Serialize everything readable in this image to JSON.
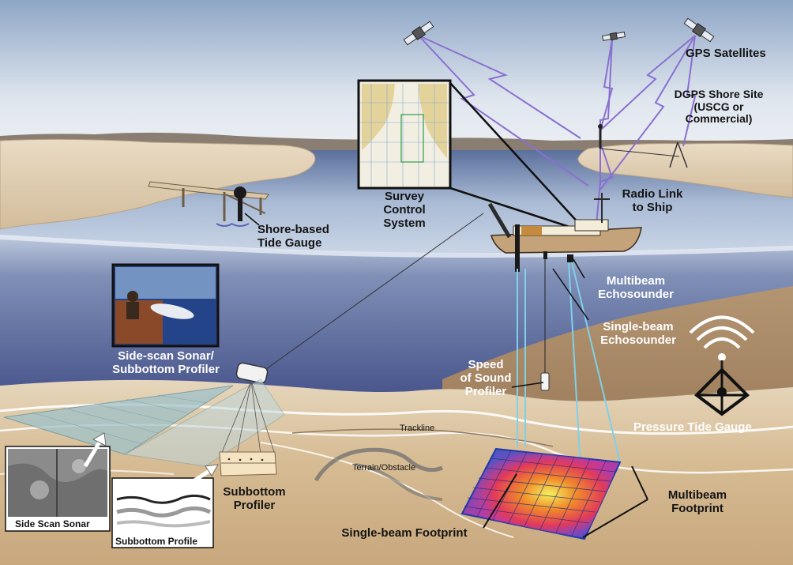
{
  "labels": {
    "gps_satellites": "GPS Satellites",
    "dgps_shore_site": "DGPS Shore Site\n(USCG or\nCommercial)",
    "radio_link": "Radio Link\nto Ship",
    "survey_control": "Survey\nControl\nSystem",
    "shore_tide_gauge": "Shore-based\nTide Gauge",
    "multibeam_echosounder": "Multibeam\nEchosounder",
    "single_beam_echosounder": "Single-beam\nEchosounder",
    "speed_of_sound": "Speed\nof Sound\nProfiler",
    "pressure_tide_gauge": "Pressure Tide Gauge",
    "side_scan_subbottom": "Side-scan Sonar/\nSubbottom Profiler",
    "trackline": "Trackline",
    "terrain_obstacle": "Terrain/Obstacle",
    "subbottom_profiler": "Subbottom\nProfiler",
    "multibeam_footprint": "Multibeam\nFootprint",
    "single_beam_footprint": "Single-beam Footprint",
    "side_scan_sonar_image": "Side Scan Sonar",
    "subbottom_profile_image": "Subbottom Profile"
  },
  "colors": {
    "sky_top": "#8fa7c7",
    "water_surface": "#9fb3cf",
    "deep_water": "#3f4a7c",
    "land": "#e0cfb5",
    "seafloor": "#c8a57a",
    "satellite_link": "#8a6fd0",
    "beam": "#7fd0e8",
    "footprint_grid": "#2546c8"
  },
  "icons": [
    "satellite-icon",
    "radio-waves-icon",
    "ship-icon",
    "tide-gauge-icon",
    "pressure-gauge-icon",
    "towfish-icon"
  ]
}
